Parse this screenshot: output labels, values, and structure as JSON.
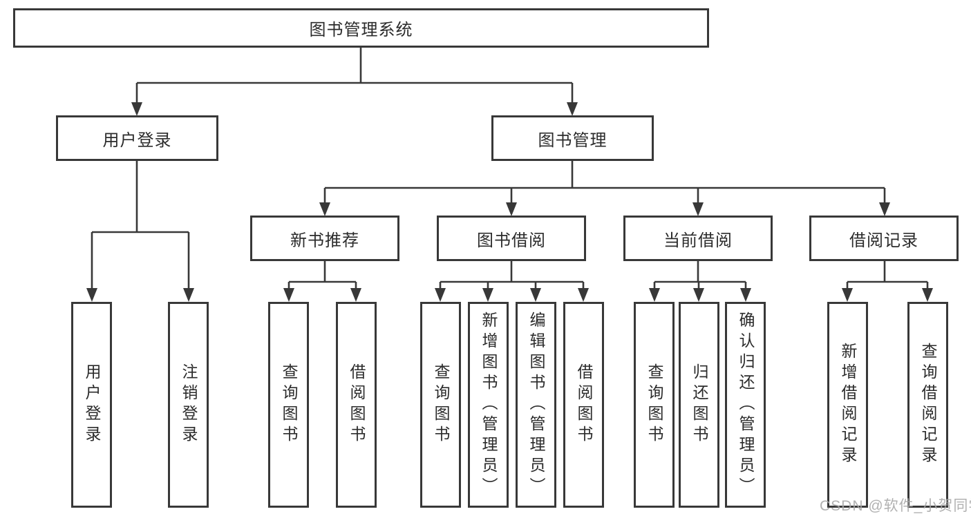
{
  "diagram": {
    "type": "hierarchy",
    "title": "图书管理系统"
  },
  "nodes": {
    "root": "图书管理系统",
    "user_login": "用户登录",
    "book_mgmt": "图书管理",
    "new_book_rec": "新书推荐",
    "book_borrow": "图书借阅",
    "current_borrow": "当前借阅",
    "borrow_record": "借阅记录",
    "ul_login": "用户登录",
    "ul_logout": "注销登录",
    "nr_query": "查询图书",
    "nr_borrow": "借阅图书",
    "bb_query": "查询图书",
    "bb_add": "新增图书（管理员）",
    "bb_edit": "编辑图书（管理员）",
    "bb_borrow": "借阅图书",
    "cb_query": "查询图书",
    "cb_return": "归还图书",
    "cb_confirm": "确认归还（管理员）",
    "br_add": "新增借阅记录",
    "br_query": "查询借阅记录"
  },
  "edges": [
    [
      "root",
      "user_login"
    ],
    [
      "root",
      "book_mgmt"
    ],
    [
      "user_login",
      "ul_login"
    ],
    [
      "user_login",
      "ul_logout"
    ],
    [
      "book_mgmt",
      "new_book_rec"
    ],
    [
      "book_mgmt",
      "book_borrow"
    ],
    [
      "book_mgmt",
      "current_borrow"
    ],
    [
      "book_mgmt",
      "borrow_record"
    ],
    [
      "new_book_rec",
      "nr_query"
    ],
    [
      "new_book_rec",
      "nr_borrow"
    ],
    [
      "book_borrow",
      "bb_query"
    ],
    [
      "book_borrow",
      "bb_add"
    ],
    [
      "book_borrow",
      "bb_edit"
    ],
    [
      "book_borrow",
      "bb_borrow"
    ],
    [
      "current_borrow",
      "cb_query"
    ],
    [
      "current_borrow",
      "cb_return"
    ],
    [
      "current_borrow",
      "cb_confirm"
    ],
    [
      "borrow_record",
      "br_add"
    ],
    [
      "borrow_record",
      "br_query"
    ]
  ],
  "watermark": "CSDN @软件_小贺同学",
  "colors": {
    "line": "#383838",
    "text": "#2b2b2b",
    "background": "#ffffff",
    "watermark": "#a8a8a8"
  }
}
